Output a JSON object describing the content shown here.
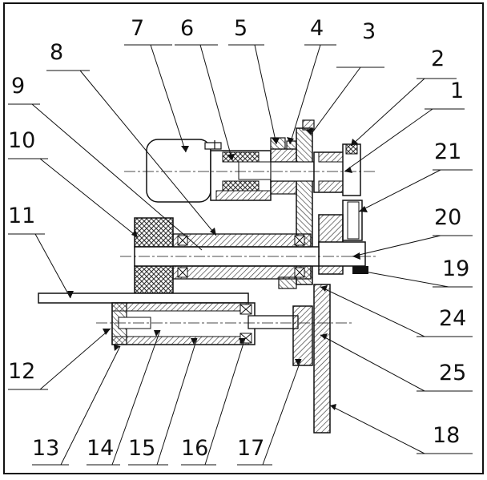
{
  "labels": {
    "n1": "1",
    "n2": "2",
    "n3": "3",
    "n4": "4",
    "n5": "5",
    "n6": "6",
    "n7": "7",
    "n8": "8",
    "n9": "9",
    "n10": "10",
    "n11": "11",
    "n12": "12",
    "n13": "13",
    "n14": "14",
    "n15": "15",
    "n16": "16",
    "n17": "17",
    "n18": "18",
    "n19": "19",
    "n20": "20",
    "n21": "21",
    "n24": "24",
    "n25": "25"
  },
  "colors": {
    "line": "#111111",
    "hatch": "#333333",
    "paper": "#ffffff"
  }
}
